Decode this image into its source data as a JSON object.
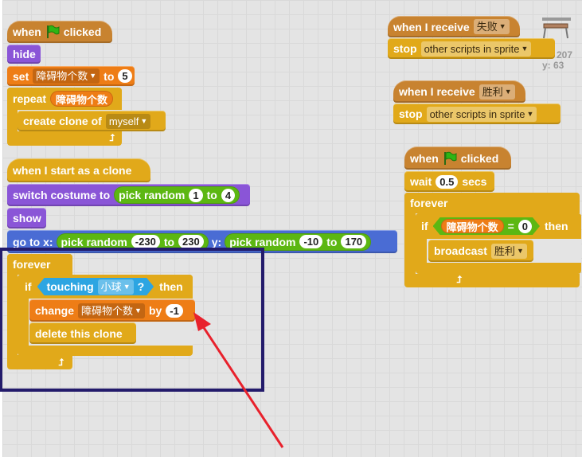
{
  "script1": {
    "when": "when",
    "clicked": "clicked",
    "hide": "hide",
    "set": "set",
    "set_var": "障碍物个数",
    "to": "to",
    "set_value": "5",
    "repeat": "repeat",
    "repeat_var": "障碍物个数",
    "create_clone_of": "create clone of",
    "clone_target": "myself"
  },
  "script2": {
    "when_clone": "when I start as a clone",
    "switch_costume_to": "switch costume to",
    "pick_random": "pick random",
    "rand_from": "1",
    "to": "to",
    "rand_to": "4",
    "show": "show",
    "go_to_x": "go to x:",
    "x_from": "-230",
    "x_to": "230",
    "y_label": "y:",
    "y_from": "-10",
    "y_to": "170",
    "forever": "forever",
    "if": "if",
    "touching": "touching",
    "touching_target": "小球",
    "question": "?",
    "then": "then",
    "change": "change",
    "change_var": "障碍物个数",
    "by": "by",
    "change_value": "-1",
    "delete_clone": "delete this clone"
  },
  "script3": {
    "when_receive": "when I receive",
    "message": "失败",
    "stop": "stop",
    "stop_option": "other scripts in sprite"
  },
  "script4": {
    "when_receive": "when I receive",
    "message": "胜利",
    "stop": "stop",
    "stop_option": "other scripts in sprite"
  },
  "script5": {
    "when": "when",
    "clicked": "clicked",
    "wait": "wait",
    "wait_value": "0.5",
    "secs": "secs",
    "forever": "forever",
    "if": "if",
    "cond_var": "障碍物个数",
    "equals": "=",
    "cond_value": "0",
    "then": "then",
    "broadcast": "broadcast",
    "broadcast_msg": "胜利"
  },
  "sprite": {
    "x_readout": "207",
    "y_readout": "y: 63"
  },
  "colors": {
    "events": "#c88330",
    "looks": "#8a55d7",
    "data": "#ee7d16",
    "control": "#e1a91a",
    "motion": "#4a6cd4",
    "sensing": "#2ca5e2",
    "operators": "#5cb712",
    "annotation_rect": "#231b6b",
    "annotation_arrow": "#e8212c"
  },
  "icons": [
    "green-flag-icon",
    "loop-arrow-icon",
    "dropdown-arrow-icon",
    "sprite-thumbnail-icon"
  ]
}
